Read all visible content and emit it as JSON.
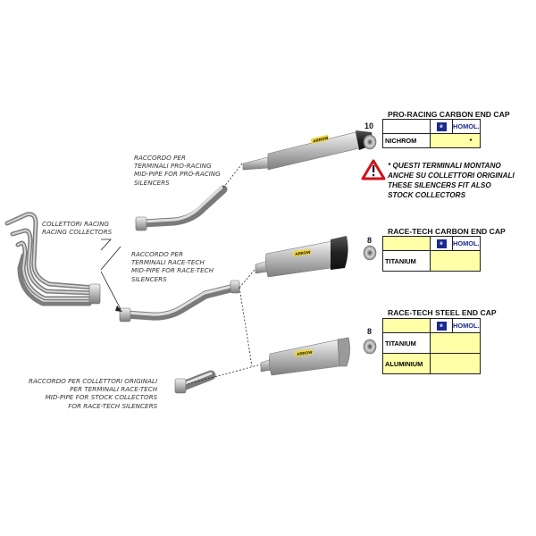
{
  "labels": {
    "collectors": [
      "COLLETTORI RACING",
      "RACING COLLECTORS"
    ],
    "pro_mid_pipe": [
      "RACCORDO PER",
      "TERMINALI PRO-RACING",
      "MID-PIPE FOR PRO-RACING",
      "SILENCERS"
    ],
    "race_mid_pipe": [
      "RACCORDO PER",
      "TERMINALI RACE-TECH",
      "MID-PIPE FOR RACE-TECH",
      "SILENCERS"
    ],
    "stock_mid_pipe": [
      "RACCORDO PER COLLETTORI ORIGINALI",
      "PER TERMINALI RACE-TECH",
      "MID-PIPE FOR STOCK COLLECTORS",
      "FOR RACE-TECH SILENCERS"
    ]
  },
  "silencer_brand": "ARROW",
  "sections": [
    {
      "title": "PRO-RACING CARBON END CAP",
      "cap_number": "10",
      "homol_label": "HOMOL.",
      "rows": [
        {
          "material": "NICHROM",
          "value": "",
          "homol": "*"
        }
      ]
    },
    {
      "title": "RACE-TECH CARBON END CAP",
      "cap_number": "8",
      "homol_label": "HOMOL.",
      "rows": [
        {
          "material": "TITANIUM",
          "value": "",
          "homol": ""
        }
      ]
    },
    {
      "title": "RACE-TECH STEEL END CAP",
      "cap_number": "8",
      "homol_label": "HOMOL.",
      "rows": [
        {
          "material": "TITANIUM",
          "value": "",
          "homol": ""
        },
        {
          "material": "ALUMINIUM",
          "value": "",
          "homol": ""
        }
      ]
    }
  ],
  "euro_mark": "e",
  "warning": {
    "icon": "warning-triangle-icon",
    "lines": [
      "* QUESTI TERMINALI MONTANO",
      "ANCHE SU COLLETTORI ORIGINALI",
      "THESE SILENCERS FIT ALSO",
      "STOCK COLLECTORS"
    ]
  },
  "colors": {
    "highlight": "#ffffa8",
    "homol_blue": "#1b2a8e",
    "warning_red": "#d0121b",
    "carbon": "#2a2a2a"
  }
}
